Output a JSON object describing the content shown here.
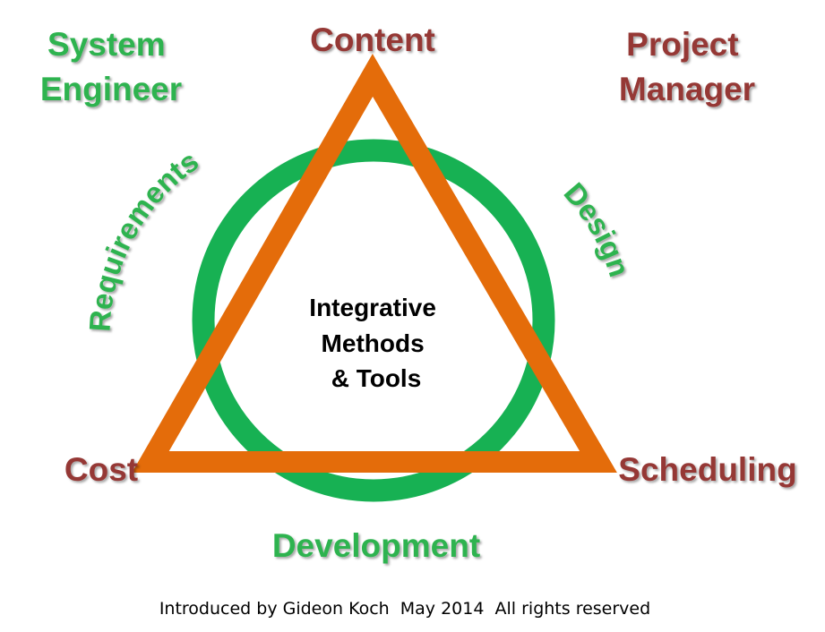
{
  "roles": {
    "system_engineer": [
      "System",
      "Engineer"
    ],
    "project_manager": [
      "Project",
      "Manager"
    ]
  },
  "vertices": {
    "top": "Content",
    "left": "Cost",
    "right": "Scheduling"
  },
  "circle_labels": {
    "left": "Requirements",
    "right": "Design",
    "bottom": "Development"
  },
  "center": [
    "Integrative",
    "Methods",
    "& Tools"
  ],
  "footer": "Introduced by Gideon Koch  May 2014  All rights reserved",
  "colors": {
    "green": "#2eb34f",
    "dark_red": "#953735",
    "orange": "#e46c0a",
    "circle_green": "#17b153",
    "black": "#000000"
  }
}
